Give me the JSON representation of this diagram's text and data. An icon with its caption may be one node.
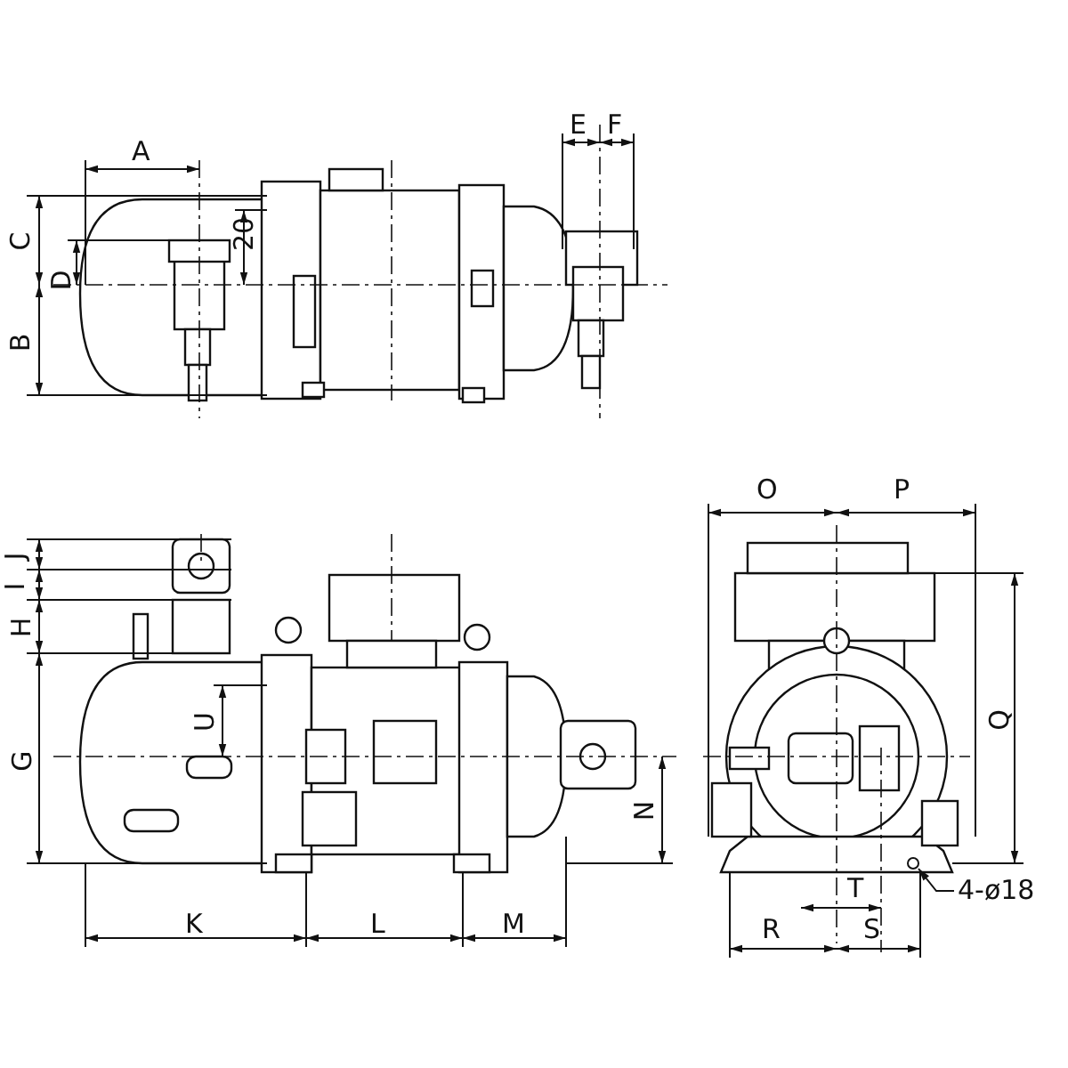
{
  "diagram": {
    "nodes": [
      {
        "text": [
          "4-ø18"
        ]
      },
      {
        "text": [],
        "shape": "circle"
      }
    ],
    "edges": [
      {
        "from": 0,
        "to": 1,
        "arrow": "to"
      }
    ],
    "labels": [
      "A",
      "E",
      "F",
      "C",
      "20",
      "D",
      "B",
      "J",
      "I",
      "H",
      "O",
      "P",
      "U",
      "G",
      "Q",
      "N",
      "K",
      "L",
      "M",
      "T",
      "R",
      "S"
    ]
  }
}
